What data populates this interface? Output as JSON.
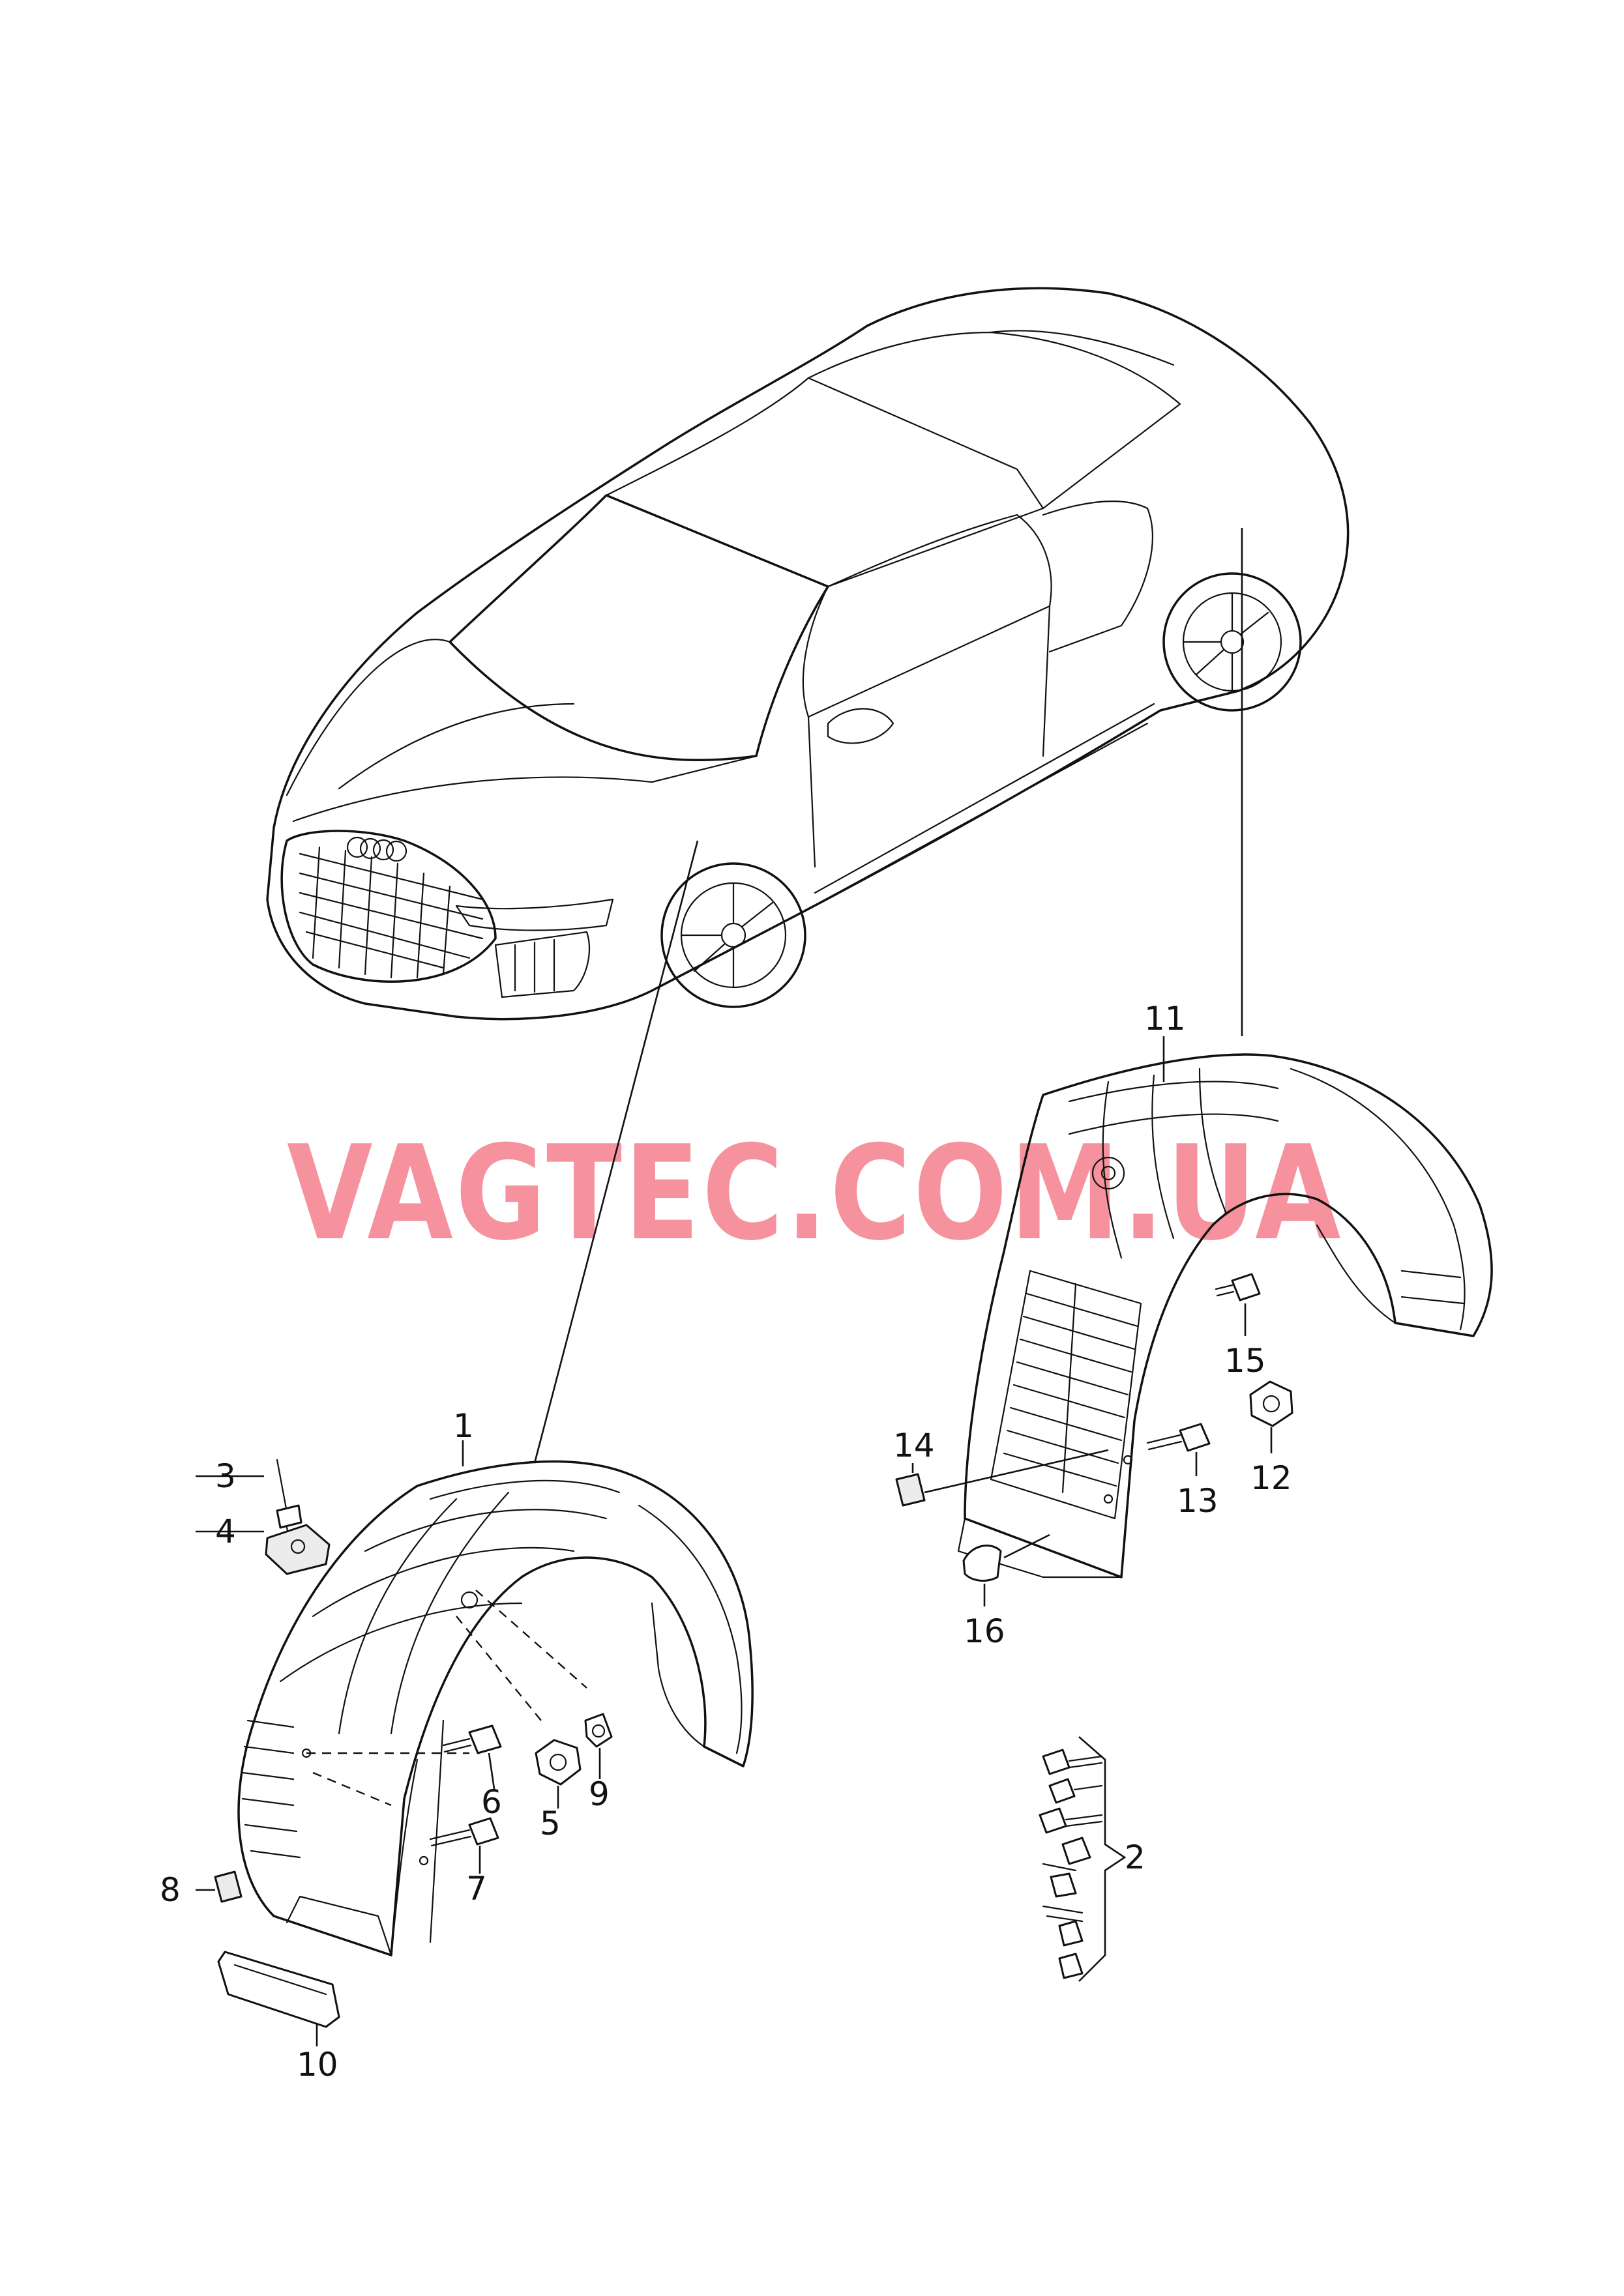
{
  "watermark": "VAGTEC.COM.UA",
  "callouts": {
    "c1": "1",
    "c2": "2",
    "c3": "3",
    "c4": "4",
    "c5": "5",
    "c6": "6",
    "c7": "7",
    "c8": "8",
    "c9": "9",
    "c10": "10",
    "c11": "11",
    "c12": "12",
    "c13": "13",
    "c14": "14",
    "c15": "15",
    "c16": "16"
  },
  "logo": {
    "rings": 4
  }
}
